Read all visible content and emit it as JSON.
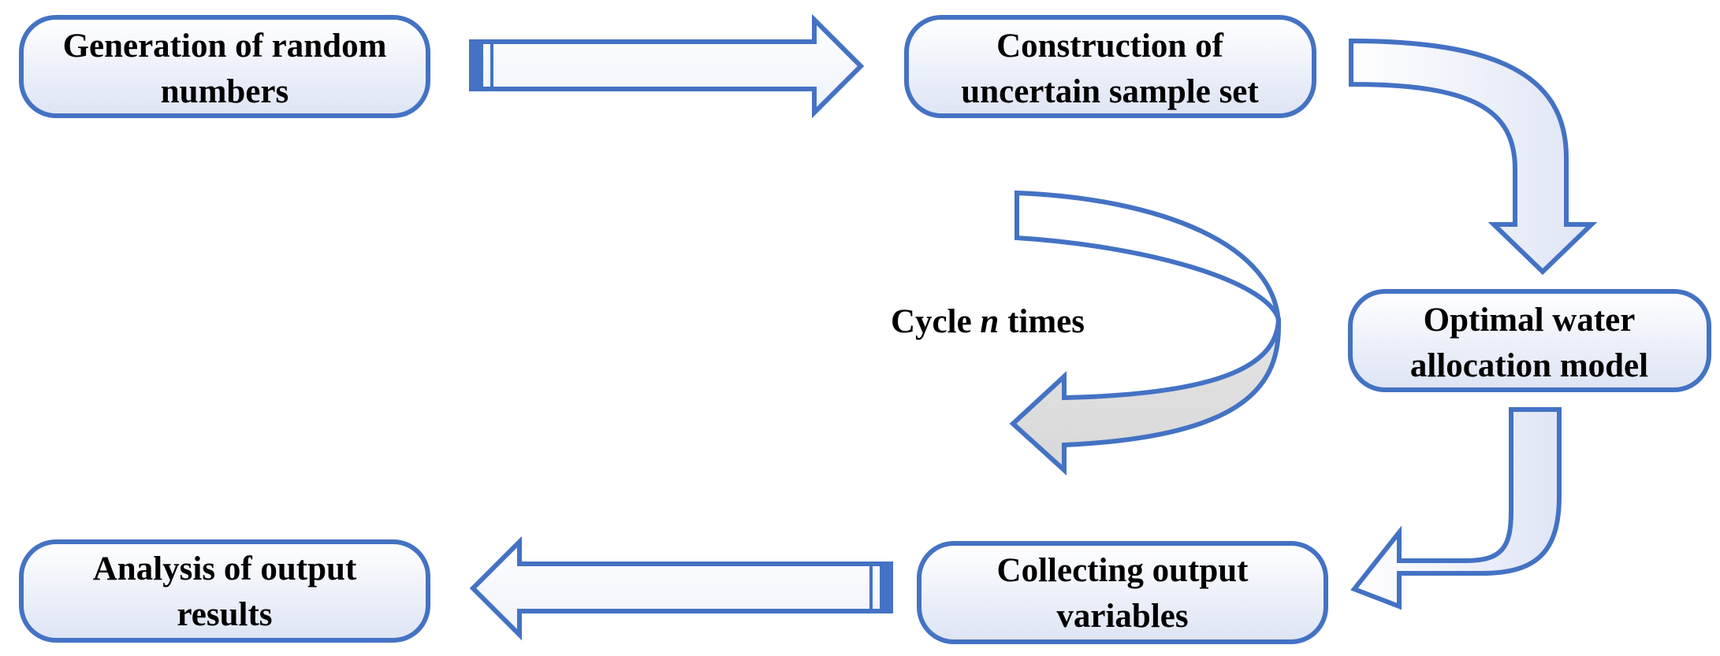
{
  "nodes": {
    "random_numbers": {
      "line1": "Generation of random",
      "line2": "numbers"
    },
    "sample_set": {
      "line1": "Construction of",
      "line2": "uncertain sample set"
    },
    "allocation_model": {
      "line1": "Optimal water",
      "line2": "allocation model"
    },
    "collecting_outputs": {
      "line1": "Collecting output",
      "line2": "variables"
    },
    "analysis_results": {
      "line1": "Analysis of output",
      "line2": "results"
    }
  },
  "cycle": {
    "prefix": "Cycle ",
    "variable": "n",
    "suffix": " times"
  },
  "colors": {
    "stroke": "#4472C4",
    "fill_light": "#ffffff",
    "fill_tint": "#dce3f3",
    "cycle_shade": "#dcdcdc",
    "text": "#000000"
  }
}
